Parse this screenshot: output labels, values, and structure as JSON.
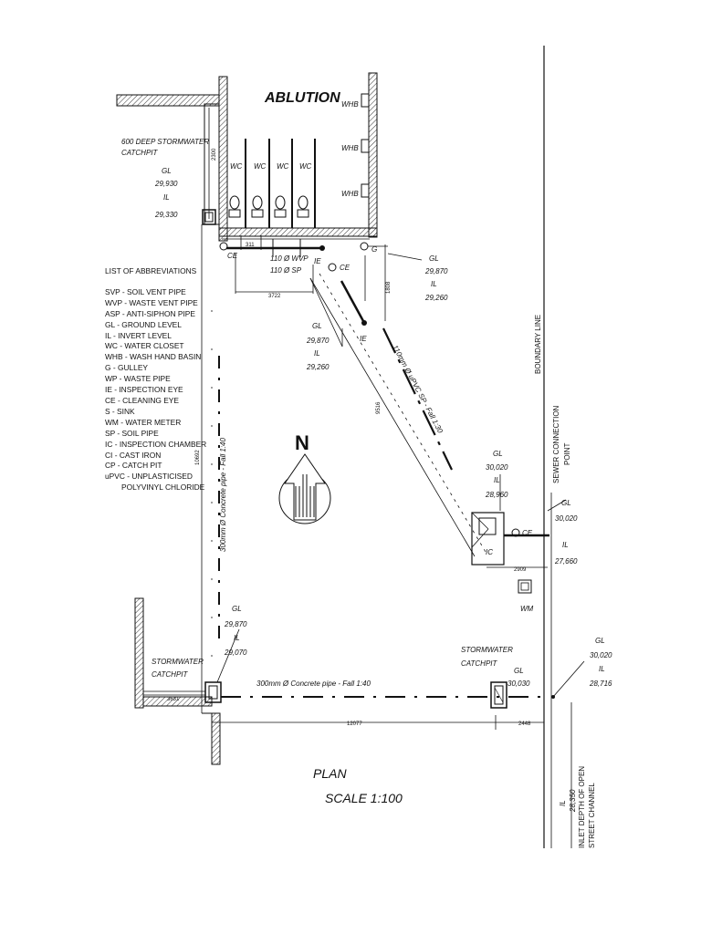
{
  "drawing": {
    "title": "ABLUTION",
    "plan_title": "PLAN",
    "scale": "SCALE 1:100",
    "fixtures": {
      "wc": "WC",
      "whb": "WHB",
      "ce": "CE",
      "ie": "IE",
      "g": "G",
      "ic": "IC",
      "wm": "WM"
    },
    "labels": {
      "catchpit_top": [
        "600 DEEP STORMWATER",
        "CATCHPIT"
      ],
      "stormwater_left": [
        "STORMWATER",
        "CATCHPIT"
      ],
      "stormwater_right": [
        "STORMWATER",
        "CATCHPIT"
      ],
      "wvp": "110 Ø WVP",
      "sp": "110 Ø SP",
      "pipe_vertical": "300mm Ø Concrete pipe - Fall 1:40",
      "pipe_horizontal": "300mm Ø Concrete pipe - Fall 1:40",
      "pipe_diagonal": "110mm Ø uPVC SP - Fall 1:30",
      "boundary": "BOUNDARY LINE",
      "sewer": [
        "SEWER CONNECTION",
        "POINT"
      ],
      "channel": [
        "INLET DEPTH OF OPEN",
        "STREET CHANNEL"
      ],
      "channel_il": [
        "IL",
        "28,350"
      ]
    },
    "levels": {
      "catchpit_top": [
        "GL",
        "29,930",
        "IL",
        "29,330"
      ],
      "gulley": [
        "GL",
        "29,870",
        "IL",
        "29,260"
      ],
      "ie": [
        "GL",
        "29,870",
        "IL",
        "29,260"
      ],
      "ic": [
        "GL",
        "30,020",
        "IL",
        "28,960"
      ],
      "sewer": [
        "GL",
        "30,020",
        "IL",
        "27,660"
      ],
      "left_catchpit": [
        "GL",
        "29,870",
        "IL",
        "29,070"
      ],
      "right_catchpit": [
        "GL",
        "30,030"
      ],
      "channel": [
        "GL",
        "30,020",
        "IL",
        "28,716"
      ]
    },
    "dimensions": {
      "d2300": "2300",
      "d311": "311",
      "d3722": "3722",
      "d1808": "1808",
      "d9516": "9516",
      "d10692": "10692",
      "d2909": "2909",
      "d3631": "3631",
      "d12077": "12077",
      "d2448": "2448"
    },
    "north": "N"
  },
  "abbreviations": {
    "heading": "LIST OF ABBREVIATIONS",
    "items": [
      "SVP - SOIL VENT PIPE",
      "WVP - WASTE VENT PIPE",
      "ASP - ANTI-SIPHON PIPE",
      "GL - GROUND LEVEL",
      "IL - INVERT LEVEL",
      "WC - WATER CLOSET",
      "WHB - WASH HAND BASIN",
      "G - GULLEY",
      "WP - WASTE PIPE",
      "IE - INSPECTION EYE",
      "CE - CLEANING EYE",
      "S - SINK",
      "WM - WATER METER",
      "SP - SOIL PIPE",
      "IC - INSPECTION CHAMBER",
      "CI - CAST IRON",
      "CP - CATCH PIT",
      "uPVC - UNPLASTICISED",
      "POLYVINYL CHLORIDE"
    ]
  }
}
